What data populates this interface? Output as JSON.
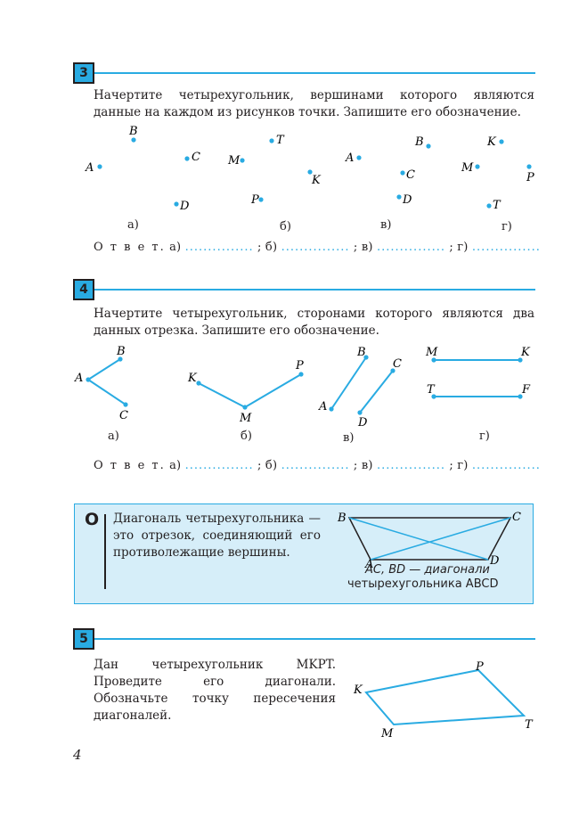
{
  "tasks": [
    {
      "number": "3",
      "text": "Начертите четырехугольник, вершинами которого являются данные на каждом из рисунков точки. Запишите его обозначение.",
      "figure_labels": [
        "а)",
        "б)",
        "в)",
        "г)"
      ],
      "point_names": {
        "a": [
          "A",
          "B",
          "C",
          "D"
        ],
        "b": [
          "M",
          "T",
          "K",
          "P"
        ],
        "v": [
          "A",
          "B",
          "C",
          "D"
        ],
        "g": [
          "K",
          "M",
          "P",
          "T"
        ]
      },
      "answer": {
        "prefix": "О т в е т.",
        "items": [
          "а)",
          "б)",
          "в)",
          "г)"
        ],
        "separator": ";",
        "blank": "..............."
      }
    },
    {
      "number": "4",
      "text": "Начертите четырехугольник, сторонами которого являются два данных отрезка. Запишите его обозначение.",
      "figure_labels": [
        "а)",
        "б)",
        "в)",
        "г)"
      ],
      "point_names": {
        "a": [
          "A",
          "B",
          "C"
        ],
        "b": [
          "K",
          "M",
          "P"
        ],
        "v": [
          "A",
          "B",
          "C",
          "D"
        ],
        "g": [
          "M",
          "K",
          "T",
          "F"
        ]
      },
      "answer": {
        "prefix": "О т в е т.",
        "items": [
          "а)",
          "б)",
          "в)",
          "г)"
        ],
        "separator": ";",
        "blank": "..............."
      }
    },
    {
      "number": "5",
      "text": "Дан четырехугольник MKPT. Проведите его диагонали. Обозначьте точку пересечения диагоналей.",
      "point_names": [
        "K",
        "P",
        "M",
        "T"
      ]
    }
  ],
  "definition": {
    "letter": "О",
    "text": "Диагональ четырехугольника — это отрезок, соединяющий его противолежащие вершины.",
    "caption_line1": "AC, BD — диагонали",
    "caption_line2": "четырехугольника ABCD",
    "point_names": [
      "B",
      "C",
      "A",
      "D"
    ]
  },
  "page_number": "4",
  "colors": {
    "accent": "#29abe2",
    "box_fill": "#d6eef9",
    "text": "#231f20"
  }
}
